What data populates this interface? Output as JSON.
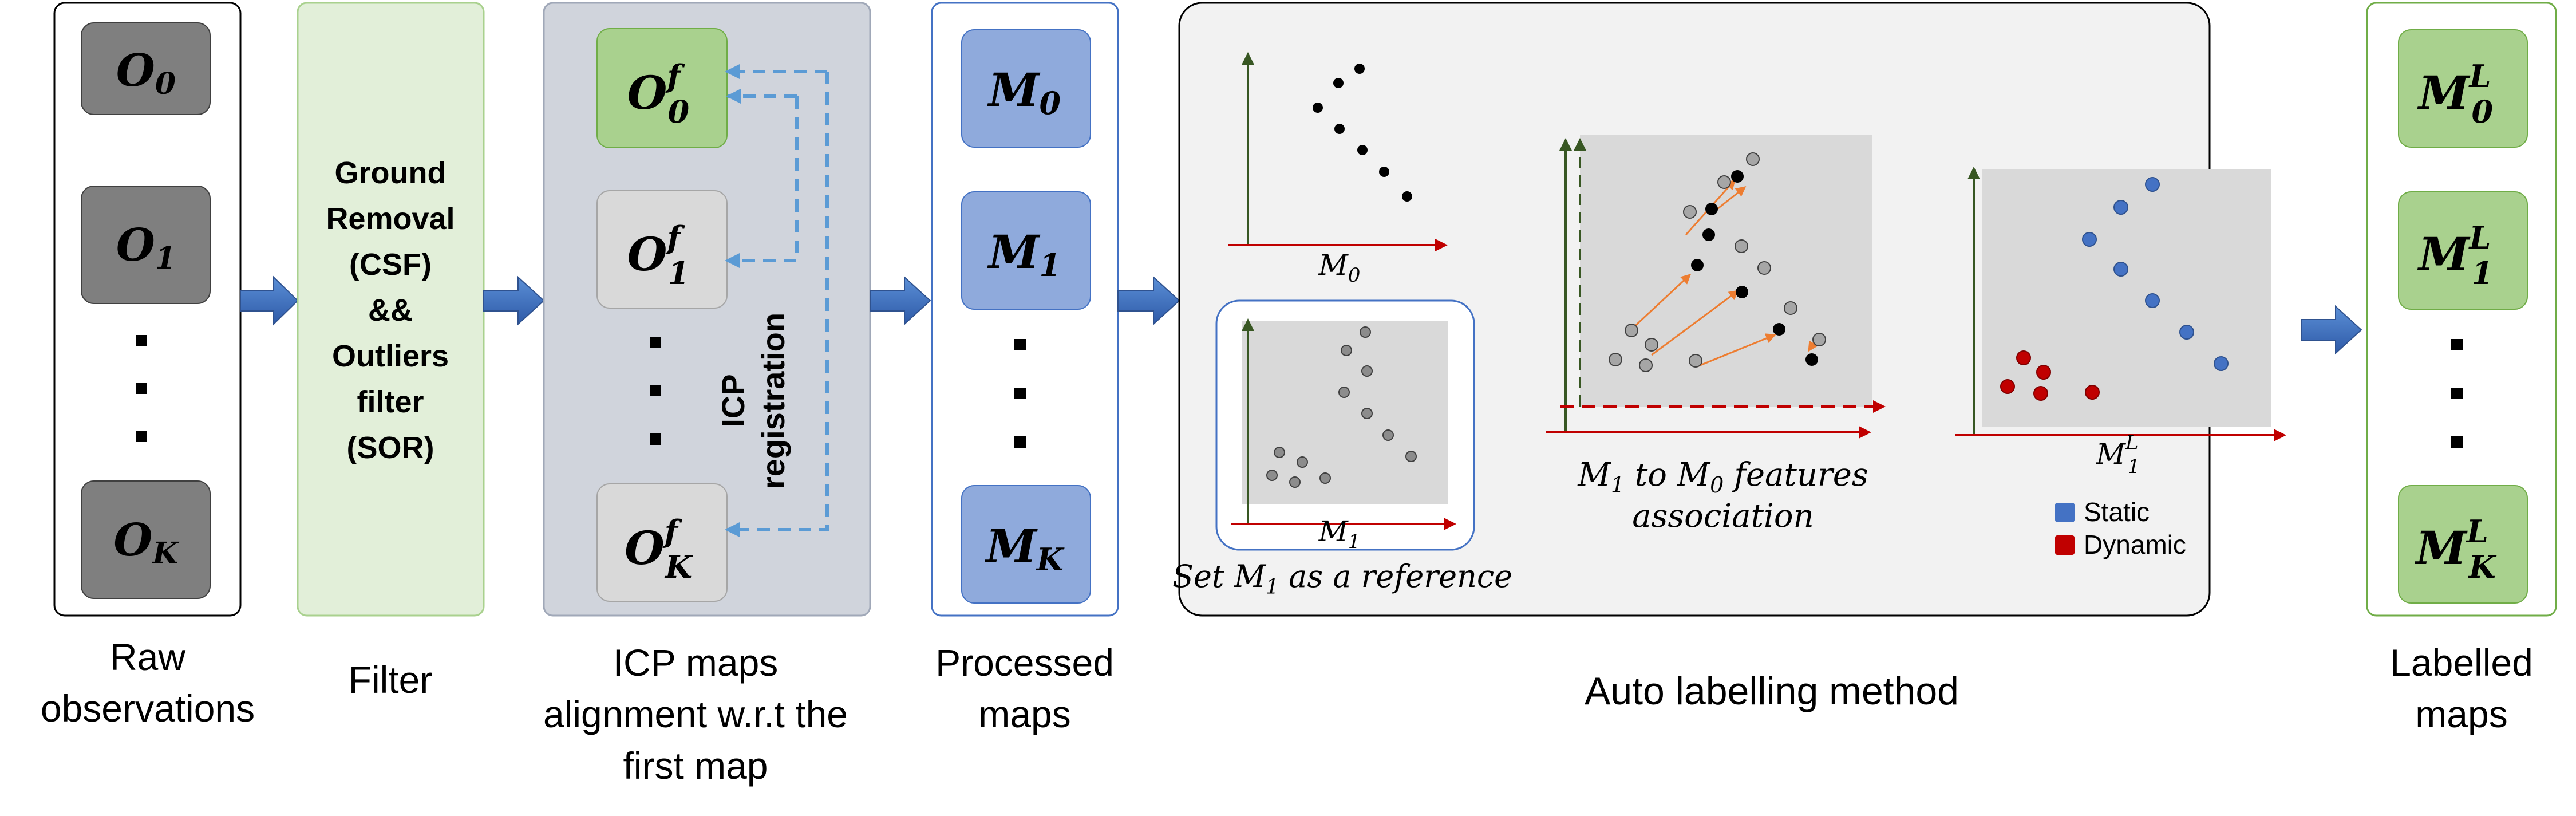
{
  "raw": {
    "caption": [
      "Raw",
      "observations"
    ],
    "items": [
      {
        "base": "O",
        "sub": "0"
      },
      {
        "base": "O",
        "sub": "1"
      },
      {
        "base": "O",
        "sub": "K"
      }
    ]
  },
  "filter": {
    "caption": "Filter",
    "text": [
      "Ground",
      "Removal",
      "(CSF)",
      "&&",
      "Outliers",
      "filter",
      "(SOR)"
    ]
  },
  "icp": {
    "caption": [
      "ICP maps",
      "alignment w.r.t the",
      "first map"
    ],
    "items": [
      {
        "base": "O",
        "sup": "f",
        "sub": "0"
      },
      {
        "base": "O",
        "sup": "f",
        "sub": "1"
      },
      {
        "base": "O",
        "sup": "f",
        "sub": "K"
      }
    ],
    "registration_label": [
      "ICP",
      "registration"
    ]
  },
  "processed": {
    "caption": [
      "Processed",
      "maps"
    ],
    "items": [
      {
        "base": "M",
        "sub": "0"
      },
      {
        "base": "M",
        "sub": "1"
      },
      {
        "base": "M",
        "sub": "K"
      }
    ]
  },
  "auto": {
    "caption": "Auto labelling method",
    "plot_m0": {
      "base": "M",
      "sub": "0"
    },
    "plot_m1": {
      "base": "M",
      "sub": "1"
    },
    "reference": {
      "pre": "Set ",
      "base": "M",
      "sub": "1",
      "post": " as a reference"
    },
    "association": {
      "line1": {
        "base": "M",
        "sub": "1",
        "mid": " to ",
        "base2": "M",
        "sub2": "0",
        "post": " features"
      },
      "line2": "association"
    },
    "result": {
      "base": "M",
      "sup": "L",
      "sub": "1"
    },
    "legend": [
      {
        "label": "Static",
        "color": "#4472c4"
      },
      {
        "label": "Dynamic",
        "color": "#c00000"
      }
    ]
  },
  "labelled": {
    "caption": [
      "Labelled",
      "maps"
    ],
    "items": [
      {
        "base": "M",
        "sup": "L",
        "sub": "0"
      },
      {
        "base": "M",
        "sup": "L",
        "sub": "1"
      },
      {
        "base": "M",
        "sup": "L",
        "sub": "K"
      }
    ]
  },
  "colors": {
    "dark_box": "#7f7f7f",
    "filter_fill": "#e2efd9",
    "filter_border": "#a9d18e",
    "icp_panel": "#d0d4dc",
    "green_box": "#a9d18e",
    "blue_box": "#8faadc",
    "blue_border": "#4472c4",
    "arrow_blue": "#4472c4",
    "axis_red": "#c00000",
    "axis_green": "#385723",
    "association_orange": "#f4b183",
    "plot_bg": "#d9d9d9"
  }
}
